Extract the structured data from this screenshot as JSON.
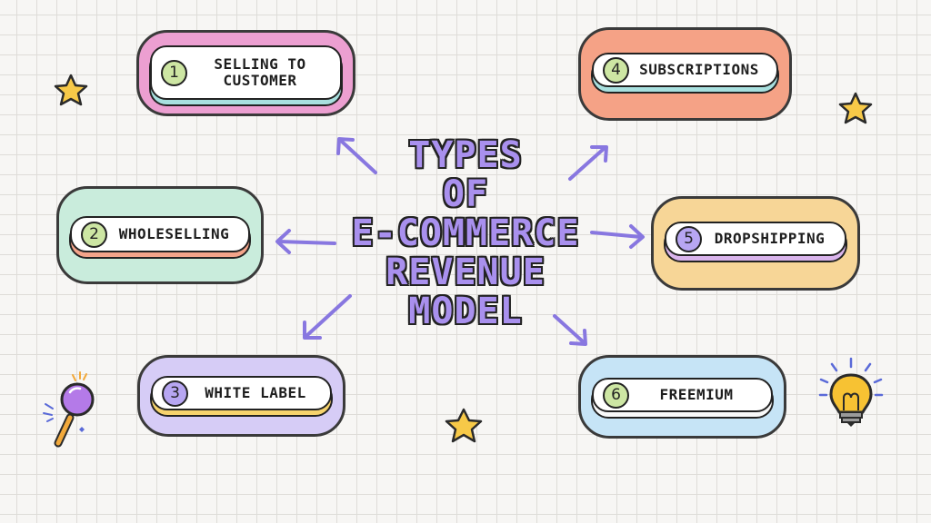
{
  "title": {
    "lines": [
      "TYPES",
      "OF",
      "E-COMMERCE",
      "REVENUE",
      "MODEL"
    ]
  },
  "models": [
    {
      "number": "1",
      "label_lines": [
        "SELLING TO",
        "CUSTOMER"
      ]
    },
    {
      "number": "2",
      "label_lines": [
        "WHOLESELLING"
      ]
    },
    {
      "number": "3",
      "label_lines": [
        "WHITE LABEL"
      ]
    },
    {
      "number": "4",
      "label_lines": [
        "SUBSCRIPTIONS"
      ]
    },
    {
      "number": "5",
      "label_lines": [
        "DROPSHIPPING"
      ]
    },
    {
      "number": "6",
      "label_lines": [
        "FREEMIUM"
      ]
    }
  ],
  "colors": {
    "model_1": "#ec9fd1",
    "model_2": "#c9ecdc",
    "model_3": "#d6ccf6",
    "model_4": "#f5a286",
    "model_5": "#f7d697",
    "model_6": "#c6e4f6",
    "number_circle": "#cde6a3",
    "title": "#a990ee",
    "arrow": "#8877e0",
    "star": "#f7c948"
  },
  "decorations": [
    "star-icon",
    "star-icon",
    "star-icon",
    "magnifier-icon",
    "lightbulb-icon"
  ]
}
